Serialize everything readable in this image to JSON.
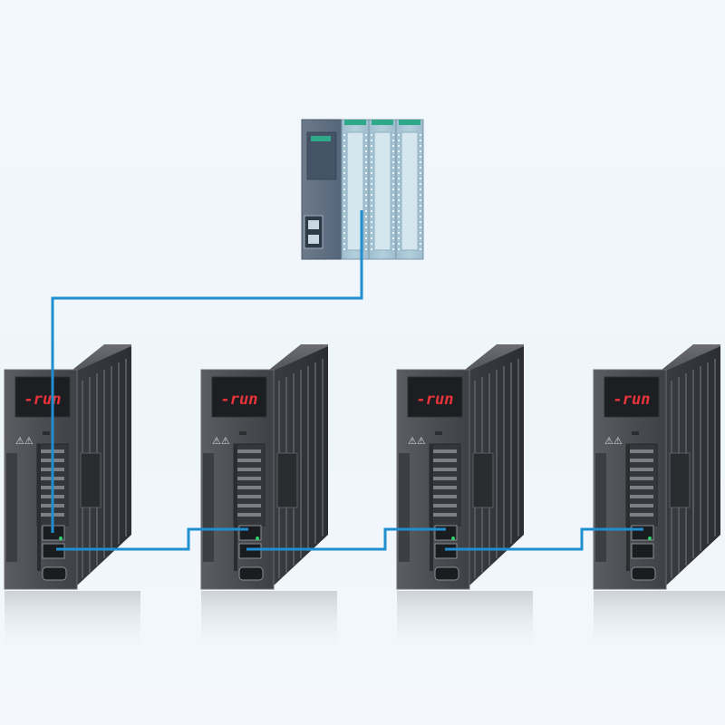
{
  "colors": {
    "cable": "#1f8fd0",
    "background": "#f1f7fc",
    "plc_body": "#5f6f80",
    "plc_module": "#a9c7d6",
    "plc_module_window": "#d5e6ef",
    "plc_led_green": "#2fa98a",
    "drive_front": "#4f5156",
    "drive_side": "#3e4045",
    "display_red": "#e8343a"
  },
  "plc": {
    "icons": [
      "cpu-module",
      "io-module",
      "io-module",
      "io-module"
    ]
  },
  "drives": [
    {
      "display": "-run",
      "warning_icons": "⚠⚠"
    },
    {
      "display": "-run",
      "warning_icons": "⚠⚠"
    },
    {
      "display": "-run",
      "warning_icons": "⚠⚠"
    },
    {
      "display": "-run",
      "warning_icons": "⚠⚠"
    }
  ]
}
